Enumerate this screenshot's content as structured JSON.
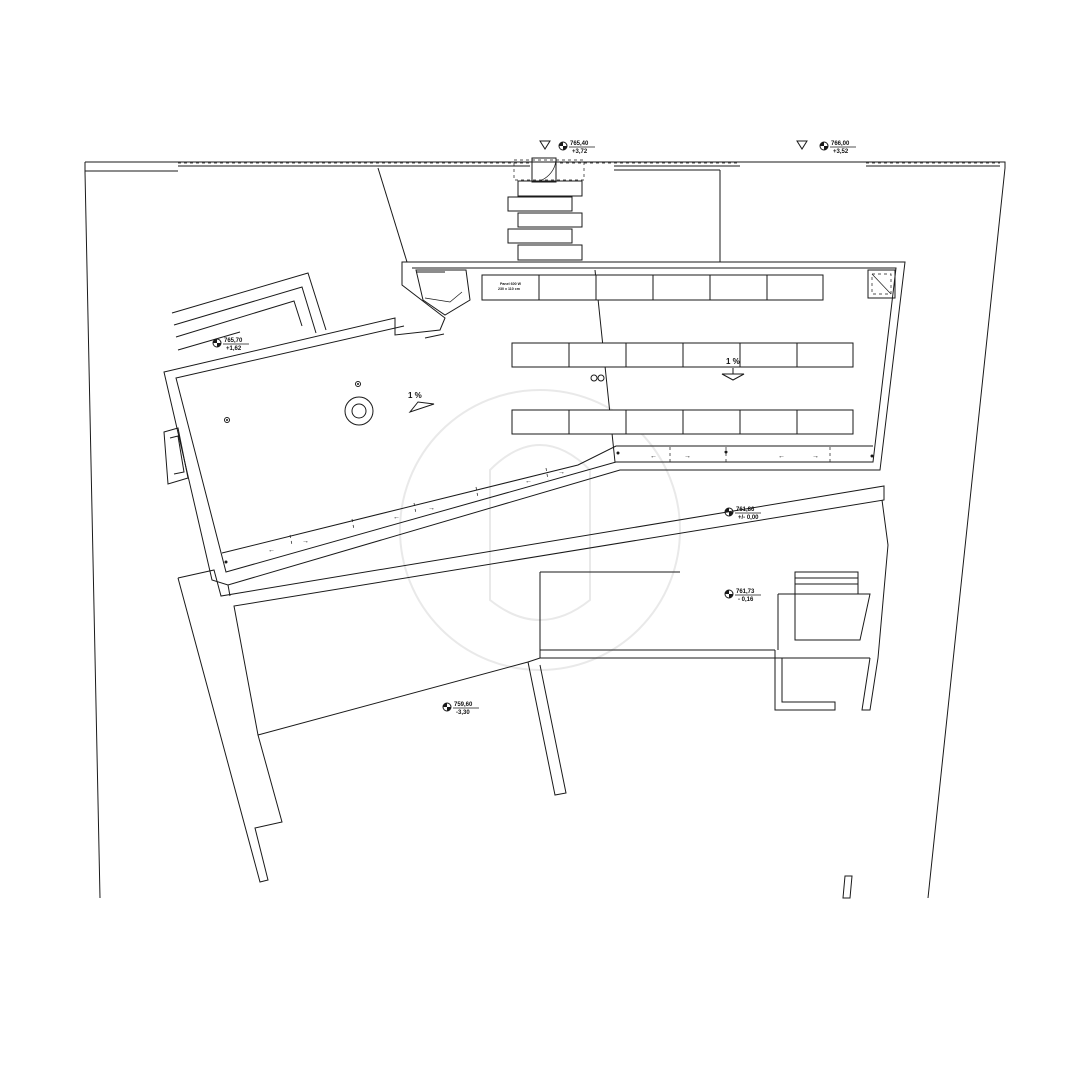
{
  "levels": [
    {
      "id": "top-center",
      "abs": "765,40",
      "rel": "+3,72",
      "marker": "triangle"
    },
    {
      "id": "top-right",
      "abs": "766,00",
      "rel": "+3,52",
      "marker": "triangle"
    },
    {
      "id": "left",
      "abs": "765,70",
      "rel": "+1,62",
      "marker": "none"
    },
    {
      "id": "floor",
      "abs": "761,86",
      "rel": "+/- 0,00",
      "marker": "none"
    },
    {
      "id": "court",
      "abs": "761,73",
      "rel": "- 0,16",
      "marker": "none"
    },
    {
      "id": "lower",
      "abs": "759,60",
      "rel": "-3,30",
      "marker": "none"
    }
  ],
  "slopes": {
    "main": "1 %",
    "left": "1 %"
  },
  "panel_label": {
    "line1": "Panel 600 W",
    "line2": "230 x 110 cm"
  },
  "flow_arrows": {
    "left": "←",
    "right": "→"
  },
  "colors": {
    "line": "#1a1a1a",
    "background": "#ffffff",
    "watermark": "#e9e9e9"
  }
}
